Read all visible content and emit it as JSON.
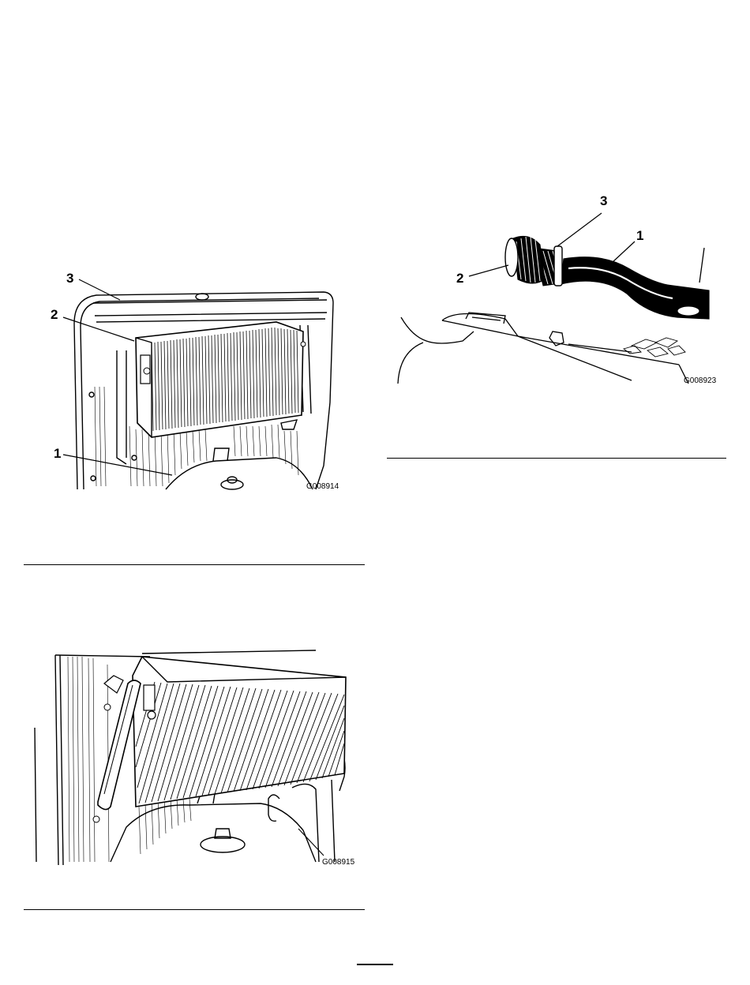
{
  "figure_1": {
    "callouts": [
      "1",
      "2",
      "3"
    ],
    "code": "G008914"
  },
  "figure_2": {
    "code": "G008915"
  },
  "figure_3": {
    "callouts": [
      "1",
      "2",
      "3"
    ],
    "code": "G008923"
  }
}
